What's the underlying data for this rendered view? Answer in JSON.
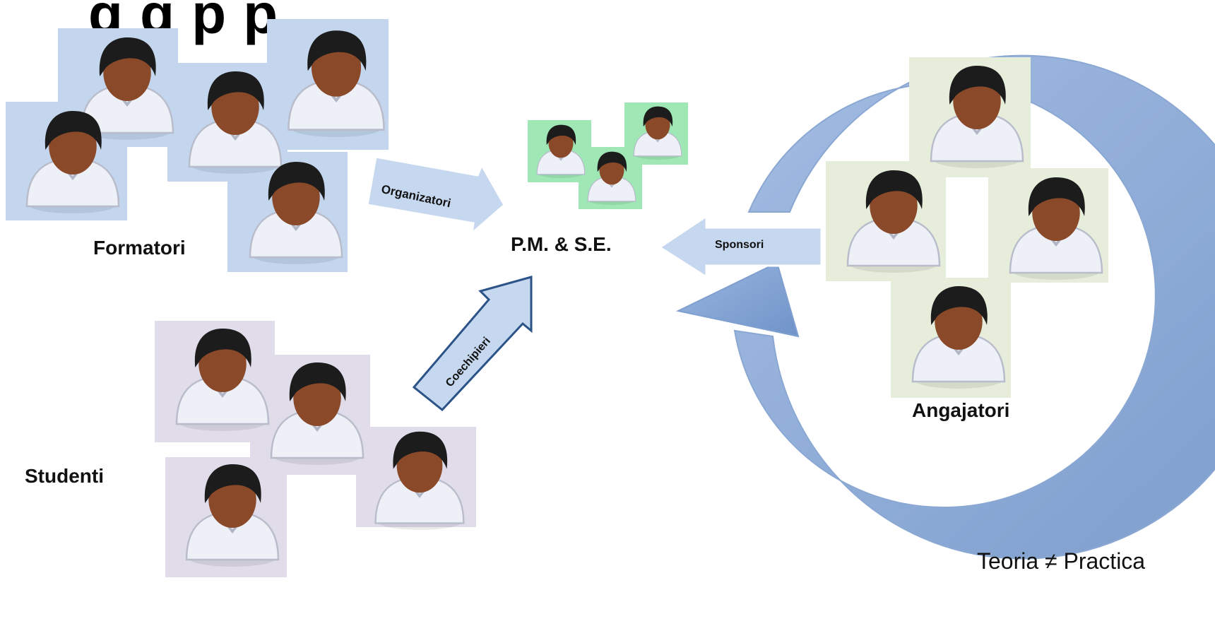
{
  "title_fragment": "g            g            p                   p",
  "center_label": "P.M. & S.E.",
  "groups": {
    "formatori": "Formatori",
    "studenti": "Studenti",
    "angajatori": "Angajatori"
  },
  "arrows": {
    "organizatori": "Organizatori",
    "coechipieri": "Coechipieri",
    "sponsori": "Sponsori"
  },
  "footer_note": "Teoria ≠ Practica",
  "colors": {
    "cycle_arrow": "#84a6d6",
    "formatori_bg": "#c3d6ee",
    "studenti_bg": "#e1dcea",
    "angajatori_bg": "#e6eddb",
    "center_bg": "#9fe8b5",
    "arrow_fill": "#c6d8ef",
    "coechipieri_border": "#2b5387"
  },
  "icons": [
    "person-icon"
  ]
}
